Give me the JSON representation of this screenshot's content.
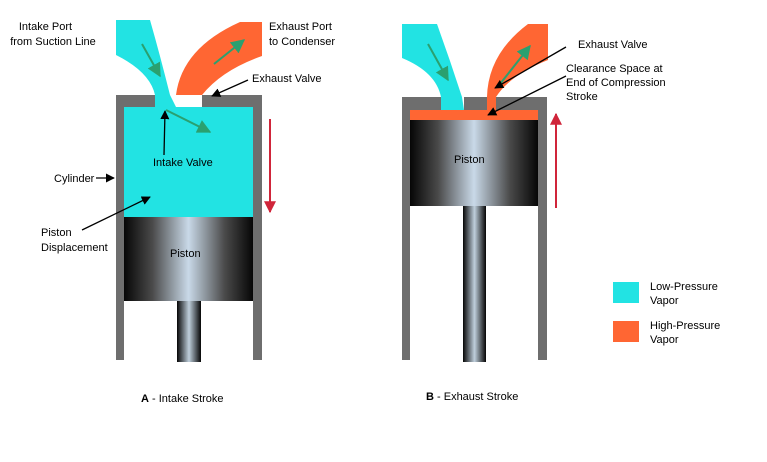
{
  "diagram_a": {
    "intake_port_label": [
      "Intake Port",
      "from Suction Line"
    ],
    "exhaust_port_label": [
      "Exhaust Port",
      "to Condenser"
    ],
    "exhaust_valve_label": "Exhaust Valve",
    "intake_valve_label": "Intake Valve",
    "cylinder_label": "Cylinder",
    "piston_displacement_label": [
      "Piston",
      "Displacement"
    ],
    "piston_label": "Piston",
    "caption_letter": "A",
    "caption_text": " - Intake Stroke"
  },
  "diagram_b": {
    "exhaust_valve_label": "Exhaust Valve",
    "clearance_label": [
      "Clearance Space at",
      "End of Compression",
      "Stroke"
    ],
    "piston_label": "Piston",
    "caption_letter": "B",
    "caption_text": " - Exhaust Stroke"
  },
  "legend": {
    "items": [
      {
        "lines": [
          "Low-Pressure",
          "Vapor"
        ],
        "color": "#22E3E3"
      },
      {
        "lines": [
          "High-Pressure",
          "Vapor"
        ],
        "color": "#FF6633"
      }
    ]
  },
  "colors": {
    "low_pressure": "#22E3E3",
    "high_pressure": "#FF6633",
    "cylinder_wall": "#6E6E6E",
    "stroke_arrow": "#D0253A",
    "flow_arrow": "#2AA070"
  }
}
